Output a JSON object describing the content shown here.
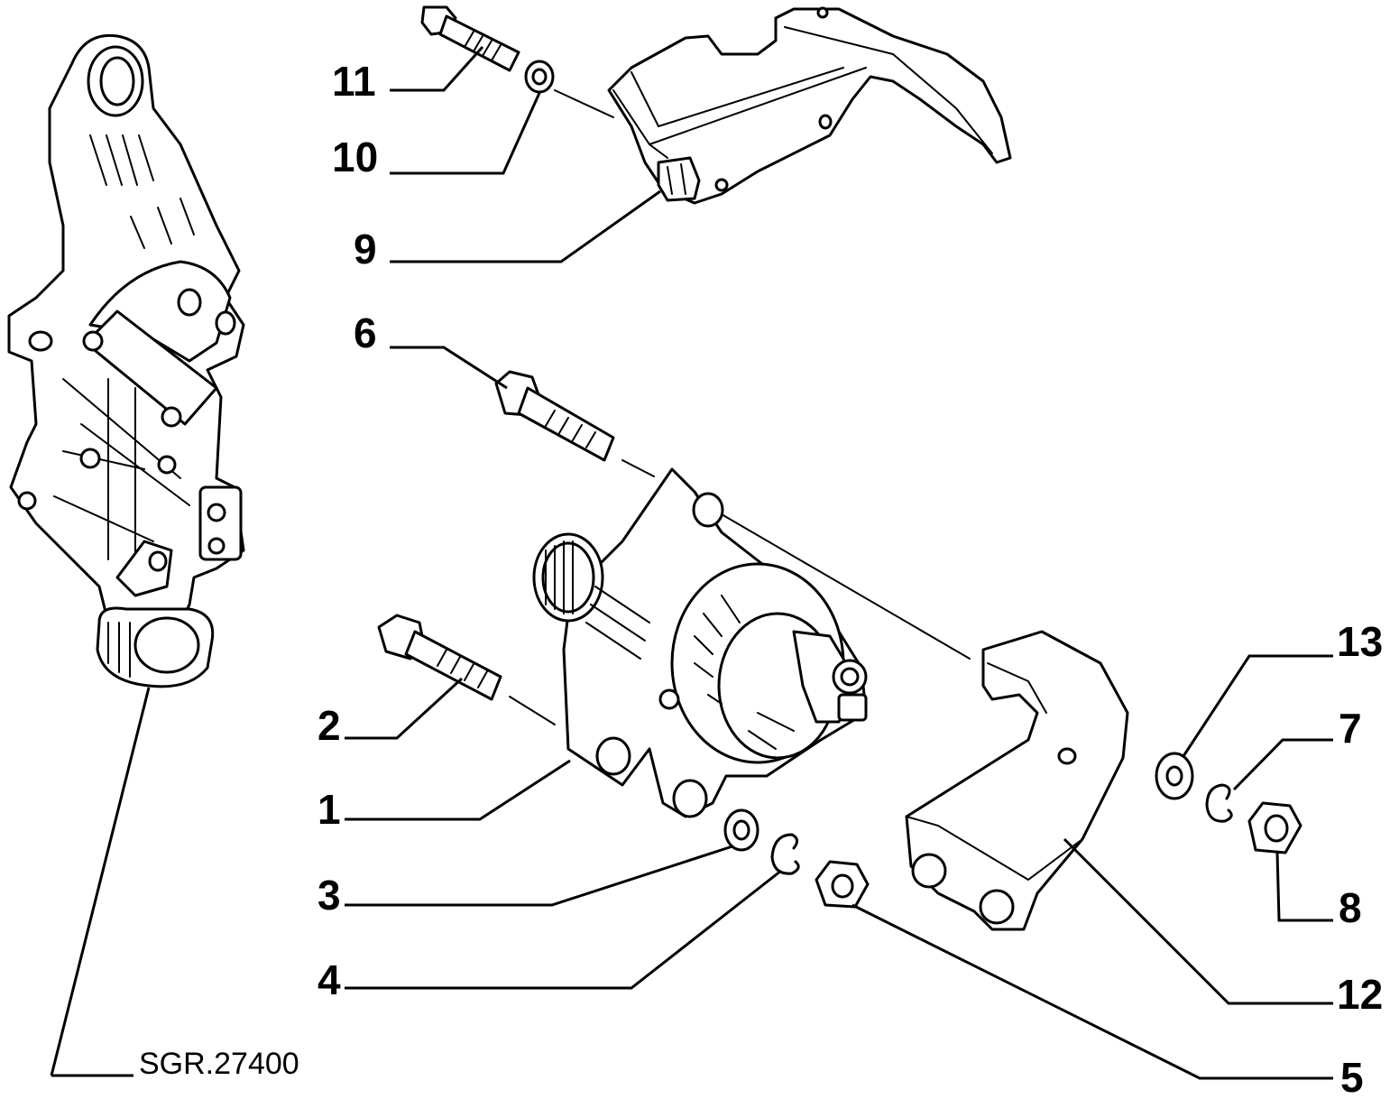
{
  "diagram": {
    "reference_code": "SGR.27400",
    "callouts": [
      {
        "id": "c1",
        "label": "1"
      },
      {
        "id": "c2",
        "label": "2"
      },
      {
        "id": "c3",
        "label": "3"
      },
      {
        "id": "c4",
        "label": "4"
      },
      {
        "id": "c5",
        "label": "5"
      },
      {
        "id": "c6",
        "label": "6"
      },
      {
        "id": "c7",
        "label": "7"
      },
      {
        "id": "c8",
        "label": "8"
      },
      {
        "id": "c9",
        "label": "9"
      },
      {
        "id": "c10",
        "label": "10"
      },
      {
        "id": "c11",
        "label": "11"
      },
      {
        "id": "c12",
        "label": "12"
      },
      {
        "id": "c13",
        "label": "13"
      }
    ],
    "colors": {
      "ink": "#000000",
      "paper": "#ffffff"
    }
  }
}
